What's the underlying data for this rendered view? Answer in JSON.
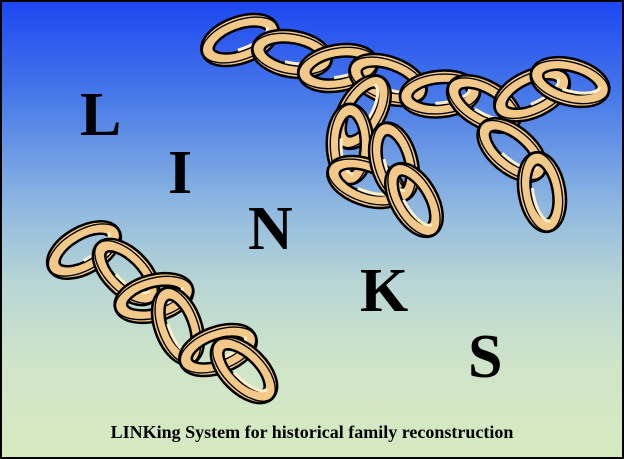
{
  "letters": [
    "L",
    "I",
    "N",
    "K",
    "S"
  ],
  "caption": "LINKing System for historical family reconstruction",
  "colors": {
    "sky_top": "#1d47f2",
    "sky_bottom": "#d6eac0",
    "chain_fill": "#f3c98a",
    "chain_highlight": "#fdf0c8",
    "chain_outline": "#000000",
    "border": "#000000"
  },
  "decorations": {
    "large_chain": "chain-cluster-top-right",
    "small_chain": "chain-left"
  }
}
